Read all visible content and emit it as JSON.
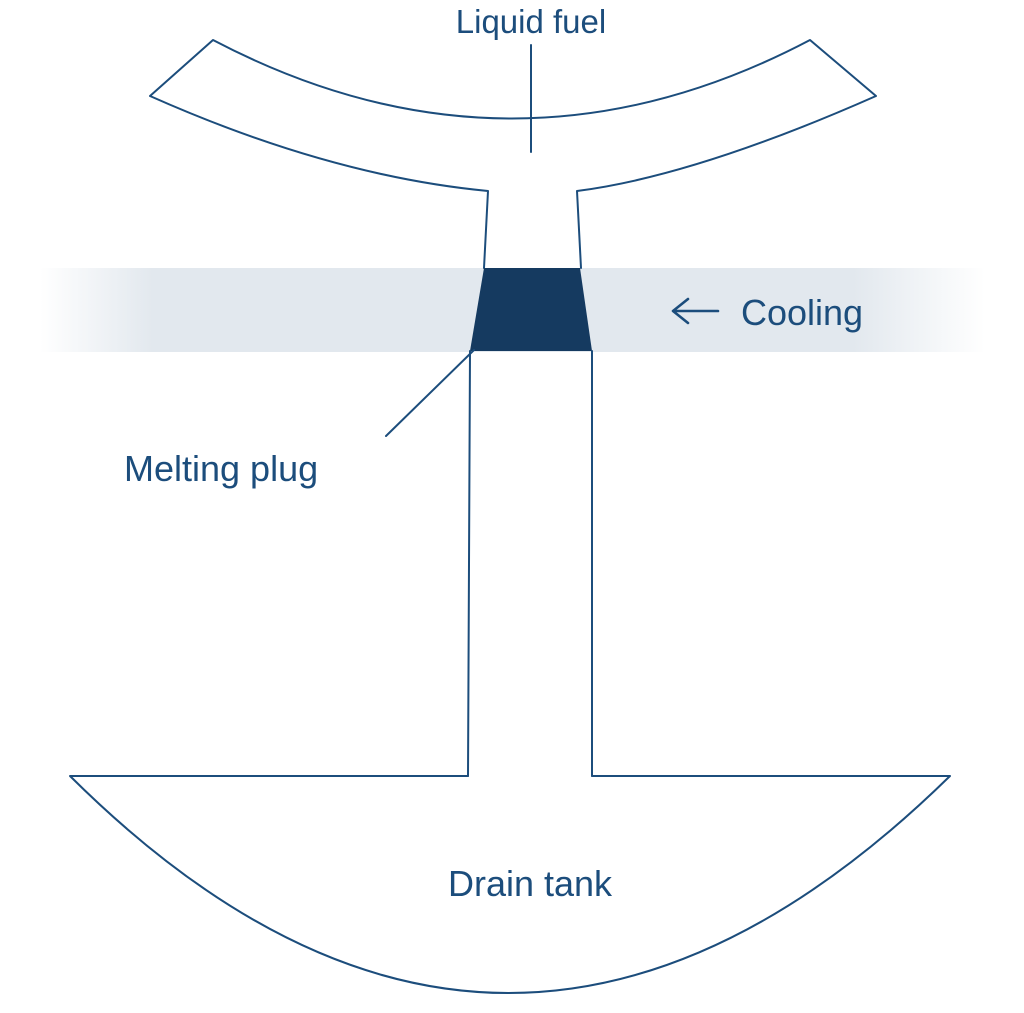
{
  "labels": {
    "liquid_fuel": "Liquid fuel",
    "cooling": "Cooling",
    "melting_plug": "Melting plug",
    "drain_tank": "Drain tank"
  },
  "icons": {
    "cooling_arrow": "left-arrow"
  },
  "colors": {
    "line": "#1c4d7c",
    "text": "#1c4d7c",
    "plug_fill": "#153a60",
    "cooling_band": "#e2e8ee",
    "background": "#ffffff"
  }
}
